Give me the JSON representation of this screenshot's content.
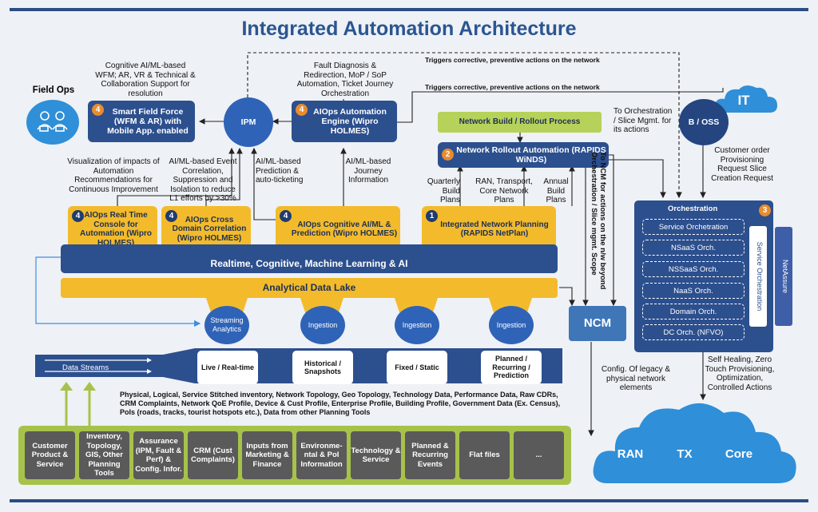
{
  "title": "Integrated Automation Architecture",
  "field_ops": {
    "label": "Field Ops"
  },
  "smart_field_force": {
    "badge": "4",
    "label": "Smart Field Force (WFM & AR) with Mobile App. enabled"
  },
  "note_cognitive_wfm": "Cognitive AI/ML-based WFM;  AR, VR & Technical & Collaboration Support for resolution",
  "ipm": {
    "label": "IPM"
  },
  "note_fault_diagnosis": "Fault Diagnosis & Redirection, MoP / SoP Automation, Ticket Journey Orchestration",
  "aiops_engine": {
    "badge": "4",
    "label": "AIOps Automation Engine (Wipro HOLMES)"
  },
  "triggers_top": "Triggers corrective, preventive actions on the network",
  "triggers_mid": "Triggers corrective, preventive actions on the network",
  "it_cloud": {
    "label": "IT"
  },
  "boss": {
    "label": "B / OSS"
  },
  "network_build": {
    "label": "Network Build / Rollout Process"
  },
  "rollout_automation": {
    "badge": "2",
    "label": "Network Rollout Automation (RAPIDS WiNDS)"
  },
  "note_to_orchestration": "To Orchestration / Slice Mgmt. for its actions",
  "note_customer_order": "Customer order Provisioning Request Slice Creation Request",
  "note_visualization": "Visualization of impacts of Automation Recommendations for Continuous Improvement",
  "note_event_correlation": "AI/ML-based Event Correlation, Suppression and Isolation to reduce L1 efforts by >30%",
  "note_prediction": "AI/ML-based Prediction & auto-ticketing",
  "note_journey": "AI/ML-based Journey Information",
  "note_quarterly": "Quarterly Build Plans",
  "note_ran_transport": "RAN, Transport, Core Network Plans",
  "note_annual": "Annual Build Plans",
  "note_to_ncm": "To NCM for actions on the n/w beyond Orchestration / Slice mgmt. Scope",
  "aiops_console": {
    "badge": "4",
    "label": "AIOps Real Time Console for Automation (Wipro HOLMES)"
  },
  "aiops_cross": {
    "badge": "4",
    "label": "AIOps Cross Domain Correlation (Wipro HOLMES)"
  },
  "aiops_cognitive": {
    "badge": "4",
    "label": "AIOps Cognitive AI/ML & Prediction (Wipro HOLMES)"
  },
  "integrated_planning": {
    "badge": "1",
    "label": "Integrated Network Planning (RAPIDS NetPlan)"
  },
  "realtime_bar": "Realtime, Cognitive, Machine Learning & AI",
  "data_lake": "Analytical Data Lake",
  "funnels": [
    "Streaming Analytics",
    "Ingestion",
    "Ingestion",
    "Ingestion"
  ],
  "stream_boxes": [
    "Live / Real-time",
    "Historical / Snapshots",
    "Fixed / Static",
    "Planned / Recurring / Prediction"
  ],
  "data_streams": "Data Streams",
  "ncm": {
    "label": "NCM"
  },
  "orchestration": {
    "title": "Orchestration",
    "badge": "3",
    "items": [
      "Service Orchetration",
      "NSaaS Orch.",
      "NSSaaS Orch.",
      "NaaS Orch.",
      "Domain Orch.",
      "DC Orch. (NFVO)"
    ],
    "service_orchestration": "Service Orchestration",
    "netassure": "NetAssure"
  },
  "note_self_healing": "Self Healing, Zero Touch Provisioning, Optimization, Controlled Actions",
  "note_config_legacy": "Config. Of legacy & physical network elements",
  "data_description": "Physical, Logical, Service Stitched inventory, Network Topology, Geo Topology, Technology Data, Performance Data, Raw CDRs, CRM Complaints, Network QoE Profile, Device & Cust Profile, Enterprise Profile, Building Profile, Government Data (Ex. Census), PoIs (roads, tracks, tourist hotspots etc.), Data from other Planning Tools",
  "sources": [
    "Customer Product & Service",
    "Inventory, Topology, GIS, Other Planning Tools",
    "Assurance (IPM, Fault & Perf) & Config. Infor.",
    "CRM (Cust Complaints)",
    "Inputs from Marketing & Finance",
    "Environme-ntal & PoI Information",
    "Technology & Service",
    "Planned & Recurring Events",
    "Flat files",
    "..."
  ],
  "network_cloud": [
    "RAN",
    "TX",
    "Core"
  ],
  "colors": {
    "navy": "#2c4f8e",
    "gold": "#f3bb2b",
    "orange_badge": "#e98b2e",
    "cloud_blue": "#2f8fd8",
    "source_frame": "#a7c24a"
  }
}
